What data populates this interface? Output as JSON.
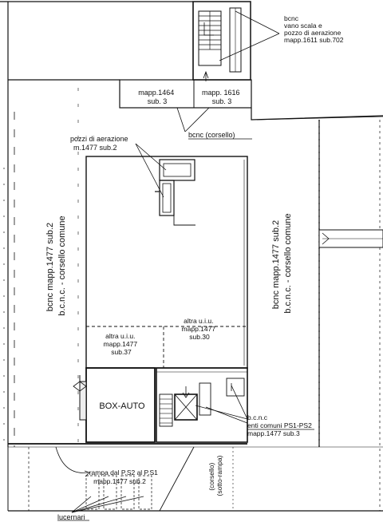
{
  "labels": {
    "bcnc_vano": [
      "bcnc",
      "vano scala e",
      "pozzo di aerazione",
      "mapp.1611 sub.702"
    ],
    "mapp1464": [
      "mapp.1464",
      "sub. 3"
    ],
    "mapp1616": [
      "mapp. 1616",
      "sub. 3"
    ],
    "bcnc_corsello": "bcnc (corsello)",
    "pozzi": [
      "pozzi di aerazione",
      "m.1477 sub.2"
    ],
    "left_vertical": [
      "bcnc mapp.1477 sub.2",
      "b.c.n.c. - corsello comune"
    ],
    "right_vertical": [
      "bcnc mapp.1477 sub.2",
      "b.c.n.c. - corsello comune"
    ],
    "altra_30": [
      "altra u.i.u.",
      "mapp.1477",
      "sub.30"
    ],
    "altra_37": [
      "altra u.i.u.",
      "mapp.1477",
      "sub.37"
    ],
    "box_auto": "BOX-AUTO",
    "bcnc_enti": [
      "b.c.n.c",
      "enti comuni PS1-PS2",
      "mapp.1477 sub.3"
    ],
    "rampa": [
      "rampa dal P.S2 al P.S1",
      "mapp.1477 sub.2"
    ],
    "corsello_sotto": [
      "(corsello)",
      "(sotto-rampa)"
    ],
    "lucernari": "lucernari"
  }
}
